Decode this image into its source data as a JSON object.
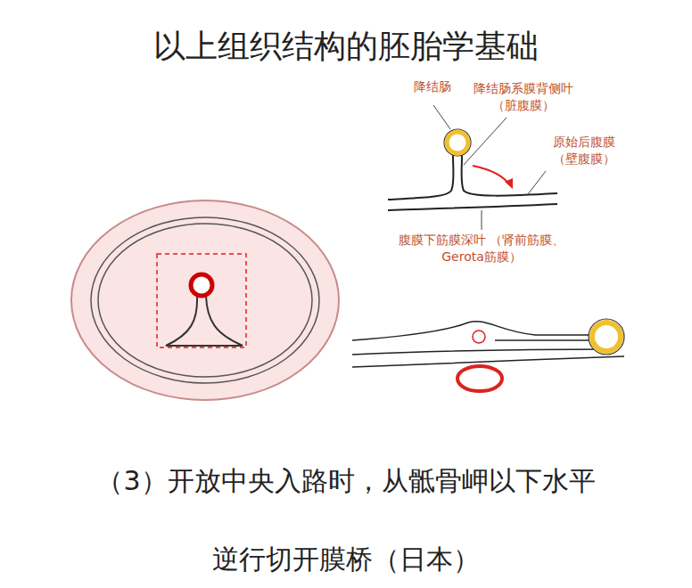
{
  "diagram": {
    "title": "以上组织结构的胚胎学基础",
    "caption": "（3）开放中央入路时，从骶骨岬以下水平 逆行切开膜桥（日本）",
    "labels": [
      "降结肠",
      "降结肠系膜背侧叶 （脏腹膜）",
      "原始后腹膜 （壁腹膜）",
      "腹膜下筋膜深叶 （肾前筋膜、Gerota筋膜）"
    ]
  }
}
